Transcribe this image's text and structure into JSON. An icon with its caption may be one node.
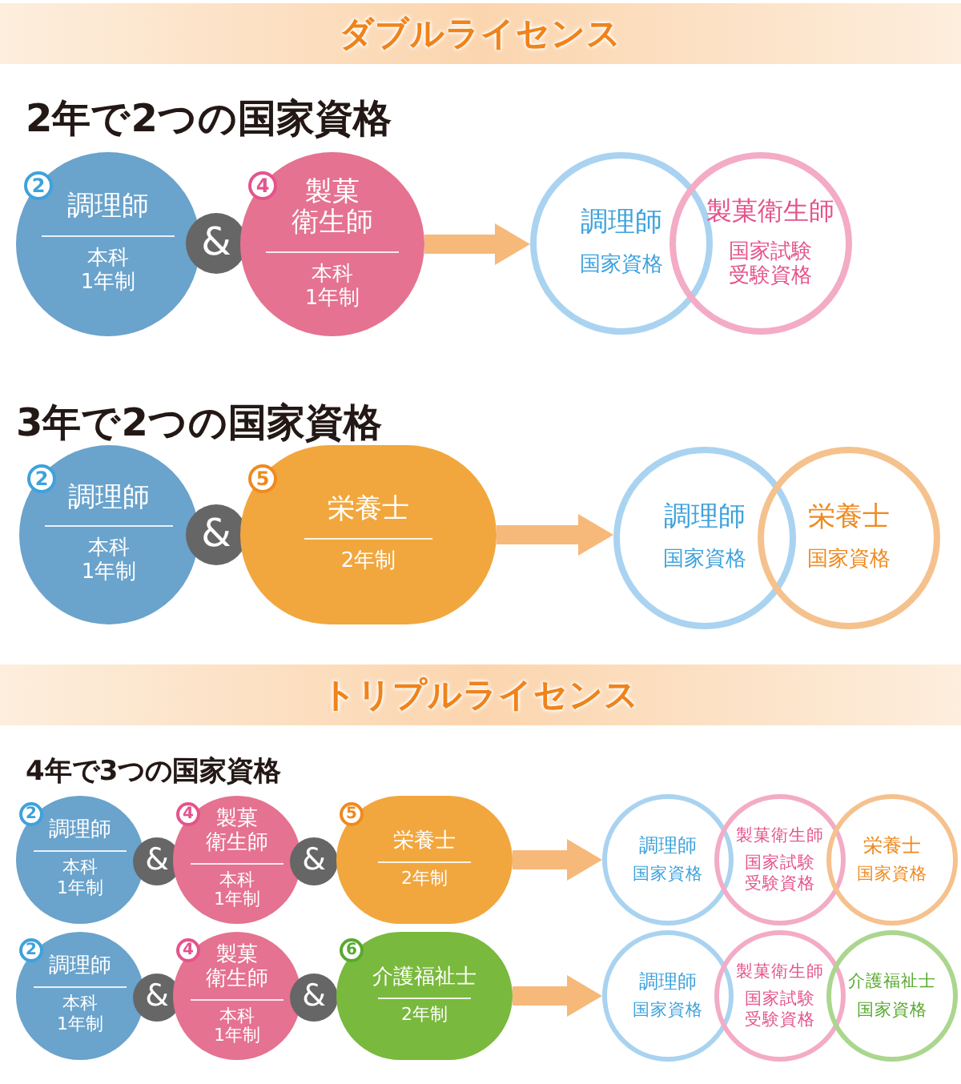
{
  "diagram": {
    "nodes": [
      {
        "text": [
          "ダブルライセンス"
        ]
      },
      {
        "text": [
          "2",
          "調理師",
          "本科1年制"
        ]
      },
      {
        "text": [
          "&"
        ]
      },
      {
        "text": [
          "4",
          "製菓衛生師",
          "本科1年制"
        ]
      },
      {
        "text": [
          "調理師",
          "国家資格"
        ]
      },
      {
        "text": [
          "製菓衛生師",
          "国家試験受験資格"
        ]
      },
      {
        "text": [
          "2",
          "調理師",
          "本科1年制"
        ]
      },
      {
        "text": [
          "&"
        ]
      },
      {
        "text": [
          "5",
          "栄養士",
          "2年制"
        ]
      },
      {
        "text": [
          "調理師",
          "国家資格"
        ]
      },
      {
        "text": [
          "栄養士",
          "国家資格"
        ]
      },
      {
        "text": [
          "トリプルライセンス"
        ]
      },
      {
        "text": [
          "2",
          "調理師",
          "本科1年制"
        ]
      },
      {
        "text": [
          "&"
        ]
      },
      {
        "text": [
          "4",
          "製菓衛生師",
          "本科1年制"
        ]
      },
      {
        "text": [
          "&"
        ]
      },
      {
        "text": [
          "5",
          "栄養士",
          "2年制"
        ]
      },
      {
        "text": [
          "調理師",
          "国家資格"
        ]
      },
      {
        "text": [
          "製菓衛生師",
          "国家試験受験資格"
        ]
      },
      {
        "text": [
          "栄養士",
          "国家資格"
        ]
      },
      {
        "text": [
          "2",
          "調理師",
          "本科1年制"
        ]
      },
      {
        "text": [
          "&"
        ]
      },
      {
        "text": [
          "4",
          "製菓衛生師",
          "本科1年制"
        ]
      },
      {
        "text": [
          "&"
        ]
      },
      {
        "text": [
          "6",
          "介護福祉士",
          "2年制"
        ]
      },
      {
        "text": [
          "調理師",
          "国家資格"
        ]
      },
      {
        "text": [
          "製菓衛生師",
          "国家試験受験資格"
        ]
      },
      {
        "text": [
          "介護福祉士",
          "国家資格"
        ]
      }
    ],
    "edges": [
      {
        "from": 3,
        "to": 4,
        "arrow": "to"
      },
      {
        "from": 8,
        "to": 9,
        "arrow": "to"
      },
      {
        "from": 16,
        "to": 17,
        "arrow": "to"
      },
      {
        "from": 24,
        "to": 25,
        "arrow": "to"
      }
    ],
    "labels": [
      "2年で2つの国家資格",
      "3年で2つの国家資格",
      "4年で3つの国家資格"
    ]
  }
}
